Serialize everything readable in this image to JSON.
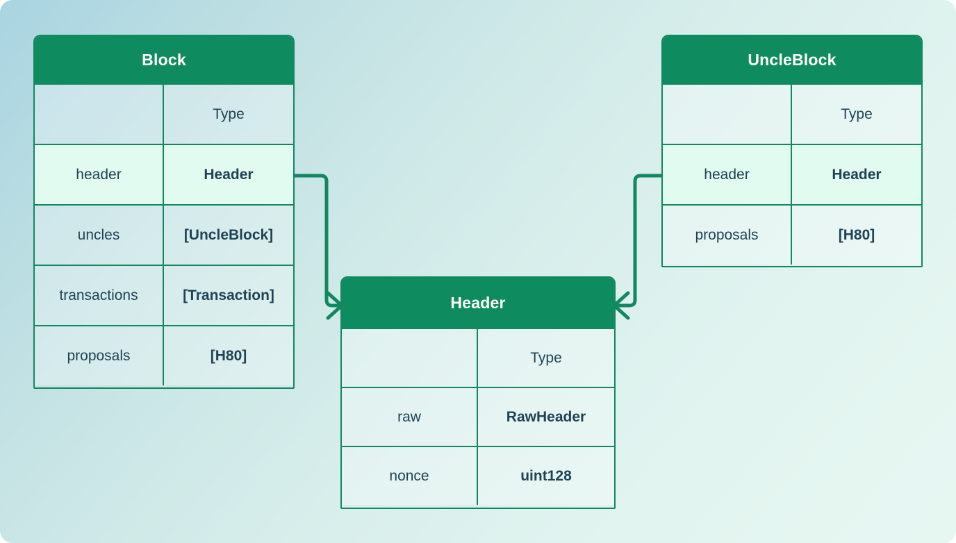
{
  "diagram": {
    "kind": "entity-relationship-diagram",
    "colors": {
      "header_green": "#0f8c5f",
      "border_green": "#128760",
      "text_dark": "#1f4355",
      "row_highlight": "#e2fbf0",
      "bg_gradient_start": "#a9d4e1",
      "bg_gradient_end": "#e6f7f2",
      "connector": "#128760"
    },
    "entities": [
      {
        "id": "block",
        "title": "Block",
        "type_column_label": "Type",
        "rows": [
          {
            "name": "header",
            "type": "Header",
            "highlight": true
          },
          {
            "name": "uncles",
            "type": "[UncleBlock]",
            "highlight": false
          },
          {
            "name": "transactions",
            "type": "[Transaction]",
            "highlight": false
          },
          {
            "name": "proposals",
            "type": "[H80]",
            "highlight": false
          }
        ]
      },
      {
        "id": "uncleblock",
        "title": "UncleBlock",
        "type_column_label": "Type",
        "rows": [
          {
            "name": "header",
            "type": "Header",
            "highlight": true
          },
          {
            "name": "proposals",
            "type": "[H80]",
            "highlight": false
          }
        ]
      },
      {
        "id": "header",
        "title": "Header",
        "type_column_label": "Type",
        "rows": [
          {
            "name": "raw",
            "type": "RawHeader",
            "highlight": false
          },
          {
            "name": "nonce",
            "type": "uint128",
            "highlight": false
          }
        ]
      }
    ],
    "relations": [
      {
        "id": "block-to-header",
        "from": "block.header",
        "to": "header",
        "direction": "right-then-down-then-right"
      },
      {
        "id": "uncleblock-to-header",
        "from": "uncleblock.header",
        "to": "header",
        "direction": "left-then-down-then-left"
      }
    ]
  }
}
